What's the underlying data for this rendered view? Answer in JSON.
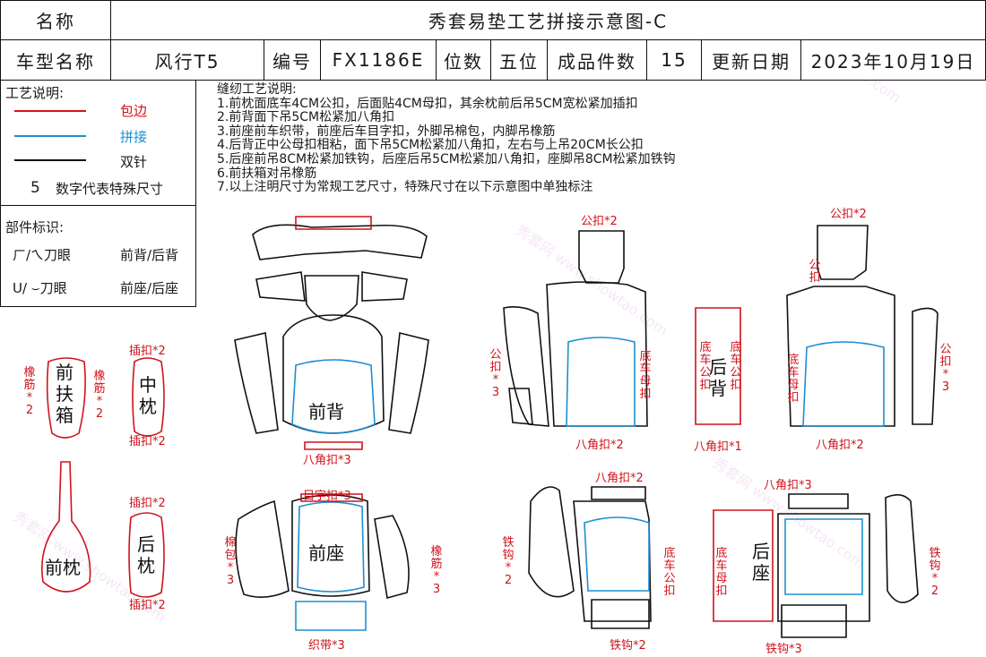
{
  "header": {
    "name_label": "名称",
    "title": "秀套易垫工艺拼接示意图-C",
    "model_label": "车型名称",
    "model_value": "风行T5",
    "code_label": "编号",
    "code_value": "FX1186E",
    "seat_label": "位数",
    "seat_value": "五位",
    "count_label": "成品件数",
    "count_value": "15",
    "update_label": "更新日期",
    "update_value": "2023年10月19日"
  },
  "legend": {
    "title": "工艺说明:",
    "edge": "包边",
    "splice": "拼接",
    "double_needle": "双针",
    "size_num": "5",
    "size_desc": "数字代表特殊尺寸",
    "parts_title": "部件标识:",
    "knife_back_symbol": "ㄏ/ㄟ刀眼",
    "knife_back_desc": "前背/后背",
    "knife_seat_symbol": "U/ ⌣刀眼",
    "knife_seat_desc": "前座/后座",
    "colors": {
      "edge": "#d0121b",
      "splice": "#1d8fd1",
      "double": "#111111"
    }
  },
  "sewing_notes": {
    "title": "缝纫工艺说明:",
    "lines": [
      "1.前枕面底车4CM公扣，后面贴4CM母扣，其余枕前后吊5CM宽松紧加插扣",
      "2.前背面下吊5CM松紧加八角扣",
      "3.前座前车织带，前座后车目字扣，外脚吊棉包，内脚吊橡筋",
      "4.后背正中公母扣相粘，面下吊5CM松紧加八角扣，左右与上吊20CM长公扣",
      "5.后座前吊8CM松紧加铁钩，后座后吊5CM松紧加八角扣，座脚吊8CM松紧加铁钩",
      "6.前扶箱对吊橡筋",
      "7.以上注明尺寸为常规工艺尺寸，特殊尺寸在以下示意图中单独标注"
    ]
  },
  "parts": {
    "front_armrest": "前扶箱",
    "middle_pillow": "中枕",
    "front_pillow": "前枕",
    "rear_pillow": "后枕",
    "front_back": "前背",
    "front_seat": "前座",
    "rear_back": "后背",
    "rear_seat": "后座"
  },
  "annotations": {
    "elastic2": "橡筋*2",
    "insert2": "插扣*2",
    "oct3": "八角扣*3",
    "oct2": "八角扣*2",
    "oct1": "八角扣*1",
    "male2": "公扣*2",
    "male3": "公扣*3",
    "bottom_female": "底车母扣",
    "bottom_male": "底车公扣",
    "eye3": "目字扣*3",
    "cotton3": "棉包*3",
    "elastic3": "橡筋*3",
    "webbing3": "织带*3",
    "hook2": "铁钩*2",
    "hook3": "铁钩*3",
    "male_short": "公扣"
  },
  "watermark": "秀套网 www.showtao.com"
}
